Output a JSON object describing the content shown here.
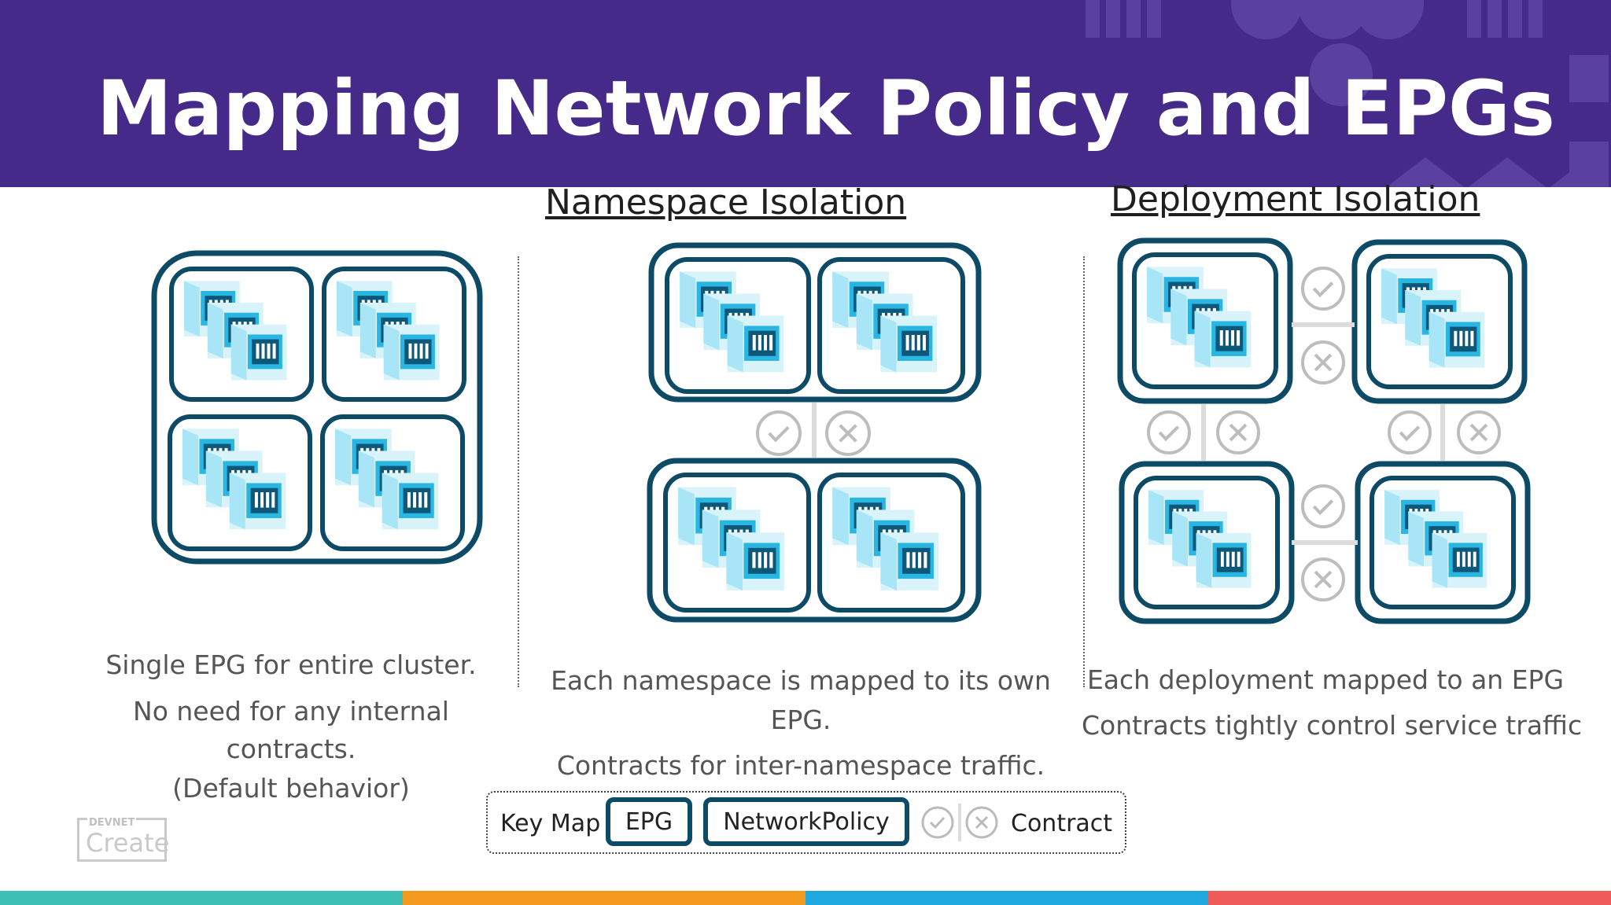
{
  "slide": {
    "title": "Mapping Network Policy and EPGs",
    "columns": {
      "namespace_title": "Namespace Isolation",
      "deployment_title": "Deployment Isolation"
    },
    "captions": {
      "single": [
        "Single EPG for entire cluster.",
        "No need for any internal",
        "contracts.",
        "(Default behavior)"
      ],
      "namespace": [
        "Each namespace is mapped to its own",
        "EPG.",
        "Contracts for inter-namespace traffic."
      ],
      "deployment": [
        "Each deployment mapped to an EPG",
        "Contracts tightly control service traffic"
      ]
    },
    "key_map": {
      "label": "Key Map",
      "epg": "EPG",
      "network_policy": "NetworkPolicy",
      "contract": "Contract"
    },
    "logo": {
      "small": "DEVNET",
      "big": "Create"
    },
    "colors": {
      "header": "#452a8a",
      "box_border": "#0d4a66",
      "cube_light": "#a8e6f7",
      "cube_mid": "#29b6e3",
      "cube_dark": "#0d5778",
      "bottom_bar": [
        "#3ebfb6",
        "#f39a1e",
        "#1fa7e0",
        "#ee5b58"
      ]
    }
  }
}
